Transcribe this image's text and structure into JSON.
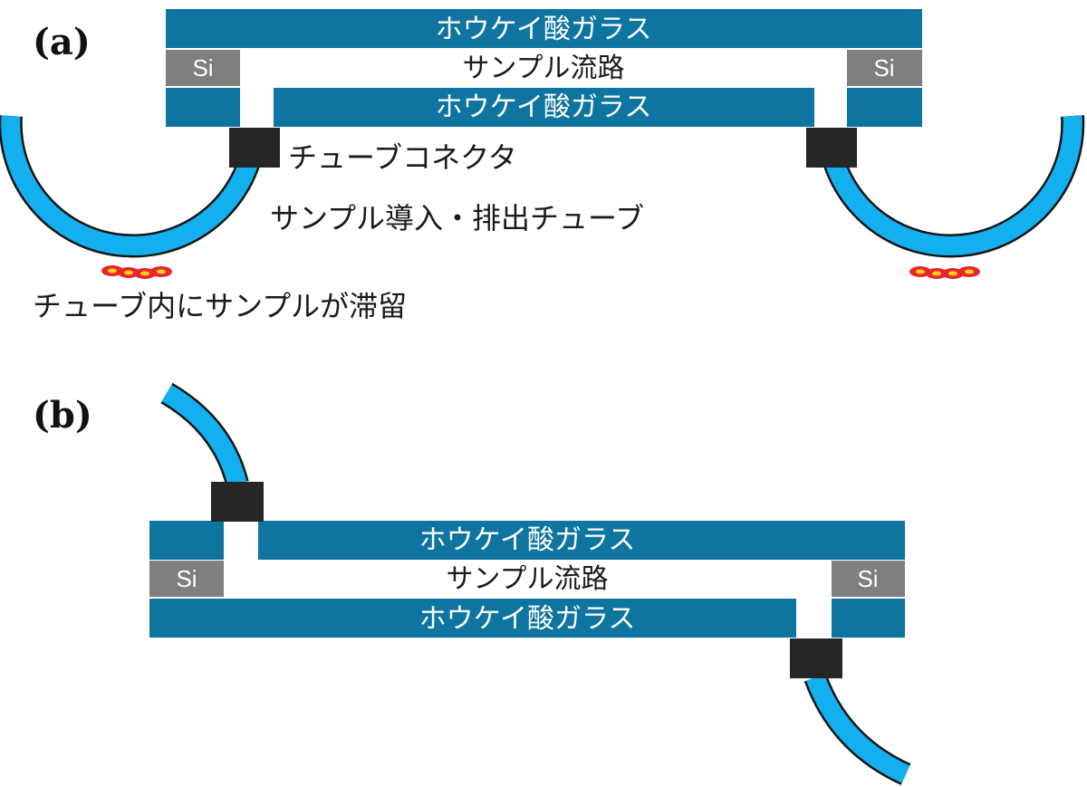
{
  "panels": {
    "a": {
      "label": "(a)",
      "top_glass": "ホウケイ酸ガラス",
      "channel": "サンプル流路",
      "bottom_glass": "ホウケイ酸ガラス",
      "si_left": "Si",
      "si_right": "Si",
      "connector_label": "チューブコネクタ",
      "tube_label": "サンプル導入・排出チューブ",
      "stagnation_label": "チューブ内にサンプルが滞留"
    },
    "b": {
      "label": "(b)",
      "top_glass": "ホウケイ酸ガラス",
      "channel": "サンプル流路",
      "bottom_glass": "ホウケイ酸ガラス",
      "si_left": "Si",
      "si_right": "Si"
    }
  },
  "colors": {
    "glass": "#0e74a0",
    "silicon": "#7f7f7f",
    "connector": "#262626",
    "tube": "#13b0ef",
    "sample_outer": "#e8262a",
    "sample_inner": "#f6d21a"
  }
}
